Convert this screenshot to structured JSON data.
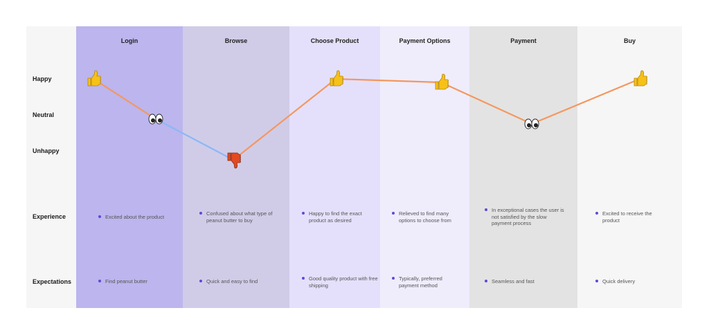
{
  "rows": [
    {
      "key": "happy",
      "label": "Happy"
    },
    {
      "key": "neutral",
      "label": "Neutral"
    },
    {
      "key": "unhappy",
      "label": "Unhappy"
    },
    {
      "key": "experience",
      "label": "Experience"
    },
    {
      "key": "expectations",
      "label": "Expectations"
    }
  ],
  "stages": [
    {
      "title": "Login",
      "color": "#bcb5ee",
      "emotion": "happy",
      "icon": "thumbs-up-icon",
      "experience": "Excited about the product",
      "expectation": "Find peanut butter"
    },
    {
      "title": "Browse",
      "color": "#d0cce8",
      "emotion": "neutral",
      "icon": "eyes-icon",
      "experience": "Confused about what type of peanut butter to buy",
      "expectation": "Quick and easy to find"
    },
    {
      "title": "Choose Product",
      "color": "#e4e0fb",
      "emotion": "unhappy",
      "icon": "thumbs-down-icon",
      "experience": "Happy to find the exact product as desired",
      "expectation": "Good quality product with free shipping"
    },
    {
      "title": "Payment Options",
      "color": "#efedfc",
      "emotion": "happy",
      "icon": "thumbs-up-icon",
      "experience": "Relieved to find many options to choose from",
      "expectation": "Typically, preferred payment method"
    },
    {
      "title": "Payment",
      "color": "#e3e3e3",
      "emotion": "happy",
      "icon": "thumbs-up-icon",
      "experience": "In exceptional cases the user is not satisfied by the slow payment process",
      "expectation": "Seamless and fast"
    },
    {
      "title": "Buy",
      "color": "#f6f6f6",
      "emotion": "neutral",
      "icon": "eyes-icon",
      "experience": "Excited to receive the product",
      "expectation": "Quick delivery"
    }
  ],
  "journey": [
    {
      "icon": "thumbs-up-icon",
      "emotion": "happy"
    },
    {
      "icon": "eyes-icon",
      "emotion": "neutral"
    },
    {
      "icon": "thumbs-down-icon",
      "emotion": "unhappy"
    },
    {
      "icon": "thumbs-up-icon",
      "emotion": "happy"
    },
    {
      "icon": "thumbs-up-icon",
      "emotion": "happy"
    },
    {
      "icon": "eyes-icon",
      "emotion": "neutral"
    },
    {
      "icon": "thumbs-up-icon",
      "emotion": "happy"
    }
  ],
  "colors": {
    "line_positive": "#f4975f",
    "line_negative": "#8bb8f5",
    "bullet": "#5b4bd8",
    "thumb_up": "#f6c118",
    "thumb_down": "#e24a22"
  }
}
